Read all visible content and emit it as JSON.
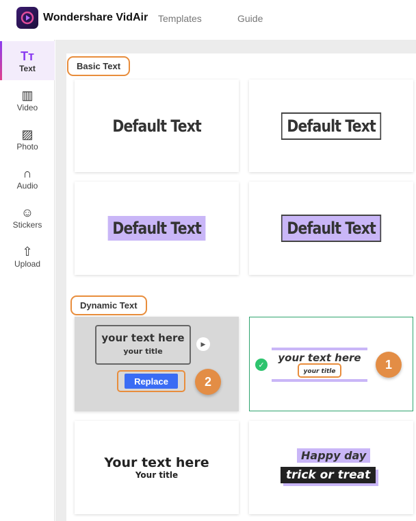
{
  "header": {
    "brand": "Wondershare VidAir",
    "nav": [
      "Templates",
      "Guide"
    ]
  },
  "sidebar": {
    "items": [
      {
        "label": "Text",
        "icon": "text-icon"
      },
      {
        "label": "Video",
        "icon": "film-icon"
      },
      {
        "label": "Photo",
        "icon": "image-icon"
      },
      {
        "label": "Audio",
        "icon": "headphones-icon"
      },
      {
        "label": "Stickers",
        "icon": "smiley-icon"
      },
      {
        "label": "Upload",
        "icon": "upload-icon"
      }
    ]
  },
  "sections": {
    "basic": "Basic Text",
    "dynamic": "Dynamic Text"
  },
  "basic_cards": [
    "Default Text",
    "Default Text",
    "Default Text",
    "Default Text"
  ],
  "dynamic_cards": {
    "card1": {
      "line1": "your text here",
      "line2": "your title",
      "button": "Replace",
      "step": "2"
    },
    "card2": {
      "line1": "your text here",
      "line2": "your title",
      "step": "1"
    },
    "card3": {
      "line1": "Your text here",
      "line2": "Your title"
    },
    "card4": {
      "line1": "Happy day",
      "line2": "trick or treat"
    }
  },
  "colors": {
    "accent": "#e88d3c",
    "replace": "#3a6cf4",
    "selected": "#2ea36e",
    "purple": "#c9b6f7"
  }
}
